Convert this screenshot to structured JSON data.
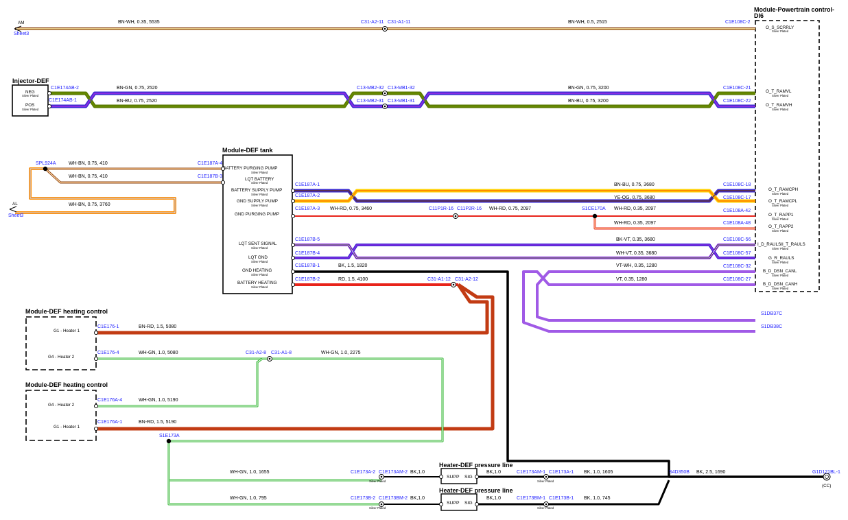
{
  "colors": {
    "BN": "#8b4513",
    "WH": "#ffffff",
    "GN": "#2db42d",
    "BU": "#3a2bd1",
    "YE": "#ffd100",
    "OG": "#ff8c00",
    "RD": "#e8231a",
    "BK": "#000000",
    "VT": "#8a2be2",
    "OL": "#5a7a00",
    "LV": "#a05ae6",
    "DRD": "#c23b13"
  },
  "offsheet": {
    "am": {
      "label": "AM",
      "sheet": "Sheet3"
    },
    "al": {
      "label": "AL",
      "sheet": "Sheet3"
    }
  },
  "modules": {
    "powertrain": {
      "title_line1": "Module-Powertrain control-",
      "title_line2": "DI6",
      "pins": [
        {
          "name": "O_S_SCRRLY",
          "sub": "Silver Plated"
        },
        {
          "name": "O_T_RAMVL",
          "sub": "Silver Plated"
        },
        {
          "name": "O_T_RAMVH",
          "sub": "Silver Plated"
        },
        {
          "name": "O_T_RAMCPH",
          "sub": "Silver Plated"
        },
        {
          "name": "O_T_RAMCPL",
          "sub": "Silver Plated"
        },
        {
          "name": "O_T_RAPP1",
          "sub": "Silver Plated"
        },
        {
          "name": "O_T_RAPP2",
          "sub": "Silver Plated"
        },
        {
          "name": "I_D_RAULSII_T_RAULS",
          "sub": "Silver Plated"
        },
        {
          "name": "G_R_RAULS",
          "sub": "Silver Plated"
        },
        {
          "name": "B_D_DSN_CANL",
          "sub": "Silver Plated"
        },
        {
          "name": "B_D_DSN_CANH",
          "sub": "Silver Plated"
        }
      ]
    },
    "injector": {
      "title": "Injector-DEF",
      "pins": [
        {
          "name": "NEG",
          "sub": "Silver Plated"
        },
        {
          "name": "POS",
          "sub": "Silver Plated"
        }
      ]
    },
    "tank": {
      "title": "Module-DEF tank",
      "pins": [
        {
          "name": "BATTERY PURGING PUMP",
          "sub": "Silver Plated"
        },
        {
          "name": "LQT BATTERY",
          "sub": "Silver Plated"
        },
        {
          "name": "BATTERY SUPPLY PUMP",
          "sub": "Silver Plated"
        },
        {
          "name": "GND SUPPLY PUMP",
          "sub": "Silver Plated"
        },
        {
          "name": "GND PURGING PUMP",
          "sub": "Silver Plated"
        },
        {
          "name": "LQT SENT SIGNAL",
          "sub": "Silver Plated"
        },
        {
          "name": "LQT GND",
          "sub": "Silver Plated"
        },
        {
          "name": "GND HEATING",
          "sub": "Silver Plated"
        },
        {
          "name": "BATTERY HEATING",
          "sub": "Silver Plated"
        }
      ]
    },
    "heating1": {
      "title": "Module-DEF heating control",
      "pins": [
        {
          "name": "G1 - Heater 1"
        },
        {
          "name": "G4 - Heater 2"
        }
      ]
    },
    "heating2": {
      "title": "Module-DEF heating control",
      "pins": [
        {
          "name": "G4 - Heater 2"
        },
        {
          "name": "G1 - Heater 1"
        }
      ]
    },
    "pressure1": {
      "title": "Heater-DEF pressure line",
      "supp": "SUPP",
      "sig": "SIG"
    },
    "pressure2": {
      "title": "Heater-DEF pressure line",
      "supp": "SUPP",
      "sig": "SIG"
    }
  },
  "connectors": {
    "c31a211": "C31-A2-11",
    "c31a111": "C31-A1-11",
    "c1e108c2": "C1E108C-2",
    "c1e174ab2": "C1E174AB-2",
    "c1e174ab1": "C1E174AB-1",
    "c13mb232": "C13-MB2-32",
    "c13mb132": "C13-MB1-32",
    "c13mb231": "C13-MB2-31",
    "c13mb131": "C13-MB1-31",
    "c1e108c21": "C1E108C-21",
    "c1e108c22": "C1E108C-22",
    "spl924a": "SPL924A",
    "c1e187a4": "C1E187A-4",
    "c1e187b3": "C1E187B-3",
    "c1e187a1": "C1E187A-1",
    "c1e187a2": "C1E187A-2",
    "c1e187a3": "C1E187A-3",
    "c11p1r16": "C11P1R-16",
    "c11p2r16": "C11P2R-16",
    "s1ce170a": "S1CE170A",
    "c1e108c18": "C1E108C-18",
    "c1e108c17": "C1E108C-17",
    "c1e108a42": "C1E108A-42",
    "c1e108a48": "C1E108A-48",
    "c1e187b5": "C1E187B-5",
    "c1e187b4": "C1E187B-4",
    "c1e187b1": "C1E187B-1",
    "c1e187b2": "C1E187B-2",
    "c1e108c56": "C1E108C-56",
    "c1e108c57": "C1E108C-57",
    "c1e108c32": "C1E108C-32",
    "c1e108c27": "C1E108C-27",
    "c31a112": "C31-A1-12",
    "c31a212": "C31-A2-12",
    "s1db37c": "S1DB37C",
    "s1db38c": "S1DB38C",
    "c1e176_1": "C1E176-1",
    "c1e176_4": "C1E176-4",
    "c31a28": "C31-A2-8",
    "c31a18": "C31-A1-8",
    "c1e176a4": "C1E176A-4",
    "c1e176a1": "C1E176A-1",
    "s1e173a": "S1E173A",
    "c1e173a2": "C1E173A-2",
    "c1e173am2": "C1E173AM-2",
    "c1e173am1": "C1E173AM-1",
    "c1e173a1": "C1E173A-1",
    "c1e173b2": "C1E173B-2",
    "c1e173bm2": "C1E173BM-2",
    "c1e173bm1": "C1E173BM-1",
    "c1e173b1": "C1E173B-1",
    "s4d350b": "S4D350B",
    "g1d121bl1": "G1D121BL-1",
    "cc": "(CC)",
    "silver": "Silver Plated"
  },
  "wires": {
    "am_a": "BN-WH,  0.35,  5535",
    "am_b": "BN-WH,  0.5,  2515",
    "inj_neg_a": "BN-GN,  0.75,  2520",
    "inj_neg_b": "BN-GN,  0.75,  3200",
    "inj_pos_a": "BN-BU,  0.75,  2520",
    "inj_pos_b": "BN-BU,  0.75,  3200",
    "spl_1": "WH-BN,  0.75,  410",
    "spl_2": "WH-BN,  0.75,  410",
    "spl_3": "WH-BN,  0.75,  3760",
    "t_bnbu": "BN-BU,  0.75,  3680",
    "t_yeog": "YE-OG,  0.75,  3680",
    "t_whrd_a": "WH-RD,  0.75,  3460",
    "t_whrd_b": "WH-RD,  0.75,  2097",
    "t_whrd_c": "WH-RD,  0.35,  2097",
    "t_whrd_d": "WH-RD,  0.35,  2097",
    "t_bkvt": "BK-VT,  0.35,  3680",
    "t_whvt": "WH-VT,  0.35,  3680",
    "t_bk": "BK,  1.5,  1820",
    "t_vtwh": "VT-WH,  0.35,  1280",
    "t_vt": "VT,  0.35,  1280",
    "t_rd": "RD,  1.5,  4100",
    "h1_bnrd": "BN-RD,  1.5,  5080",
    "h1_whgn": "WH-GN,  1.0,  5080",
    "h1_whgn2": "WH-GN,  1.0,  2275",
    "h2_whgn": "WH-GN,  1.0,  5190",
    "h2_bnrd": "BN-RD,  1.5,  5190",
    "p_whgn_a": "WH-GN,  1.0,  1655",
    "p_whgn_b": "WH-GN,  1.0,  795",
    "p_bk10a": "BK,1.0",
    "p_bk10b": "BK,1.0",
    "p_bk10c": "BK,1.0",
    "p_bk10d": "BK,1.0",
    "p_bk_1605": "BK,  1.0,  1605",
    "p_bk_745": "BK,  1.0,  745",
    "p_bk_1690": "BK,  2.5,  1690"
  }
}
